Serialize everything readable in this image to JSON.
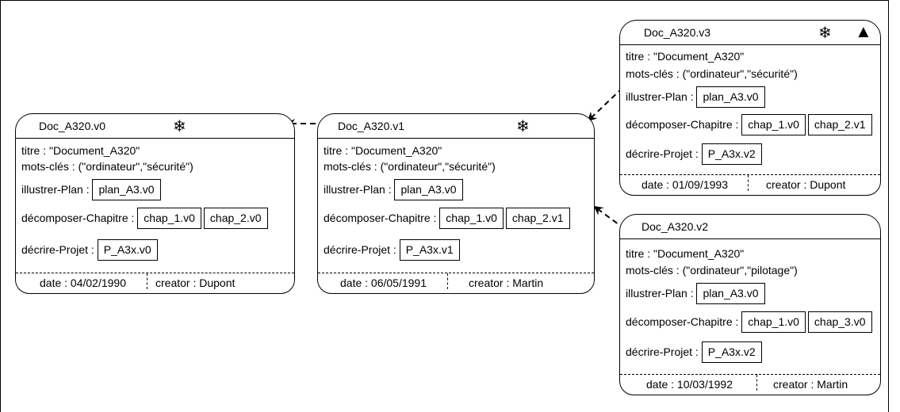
{
  "labels": {
    "titre": "titre : ",
    "mots": "mots-clés : ",
    "plan": "illustrer-Plan : ",
    "chapitre": "décomposer-Chapitre : ",
    "projet": "décrire-Projet : "
  },
  "icons": {
    "frozen": "snowflake-icon",
    "current": "triangle-icon"
  },
  "nodes": [
    {
      "name": "Doc_A320.v0",
      "titre": "\"Document_A320\"",
      "mots": "(\"ordinateur\",\"sécurité\")",
      "plan": "plan_A3.v0",
      "chap1": "chap_1.v0",
      "chap2": "chap_2.v0",
      "projet": "P_A3x.v0",
      "date": "date : 04/02/1990",
      "creator": "creator : Dupont",
      "snow": "❄"
    },
    {
      "name": "Doc_A320.v1",
      "titre": "\"Document_A320\"",
      "mots": "(\"ordinateur\",\"sécurité\")",
      "plan": "plan_A3.v0",
      "chap1": "chap_1.v0",
      "chap2": "chap_2.v1",
      "projet": "P_A3x.v1",
      "date": "date : 06/05/1991",
      "creator": "creator : Martin",
      "snow": "❄"
    },
    {
      "name": "Doc_A320.v3",
      "titre": "\"Document_A320\"",
      "mots": "(\"ordinateur\",\"sécurité\")",
      "plan": "plan_A3.v0",
      "chap1": "chap_1.v0",
      "chap2": "chap_2.v1",
      "projet": "P_A3x.v2",
      "date": "date : 01/09/1993",
      "creator": "creator : Dupont",
      "snow": "❄",
      "tri": "▲"
    },
    {
      "name": "Doc_A320.v2",
      "titre": "\"Document_A320\"",
      "mots": "(\"ordinateur\",\"pilotage\")",
      "plan": "plan_A3.v0",
      "chap1": "chap_1.v0",
      "chap2": "chap_3.v0",
      "projet": "P_A3x.v2",
      "date": "date : 10/03/1992",
      "creator": "creator : Martin"
    }
  ]
}
